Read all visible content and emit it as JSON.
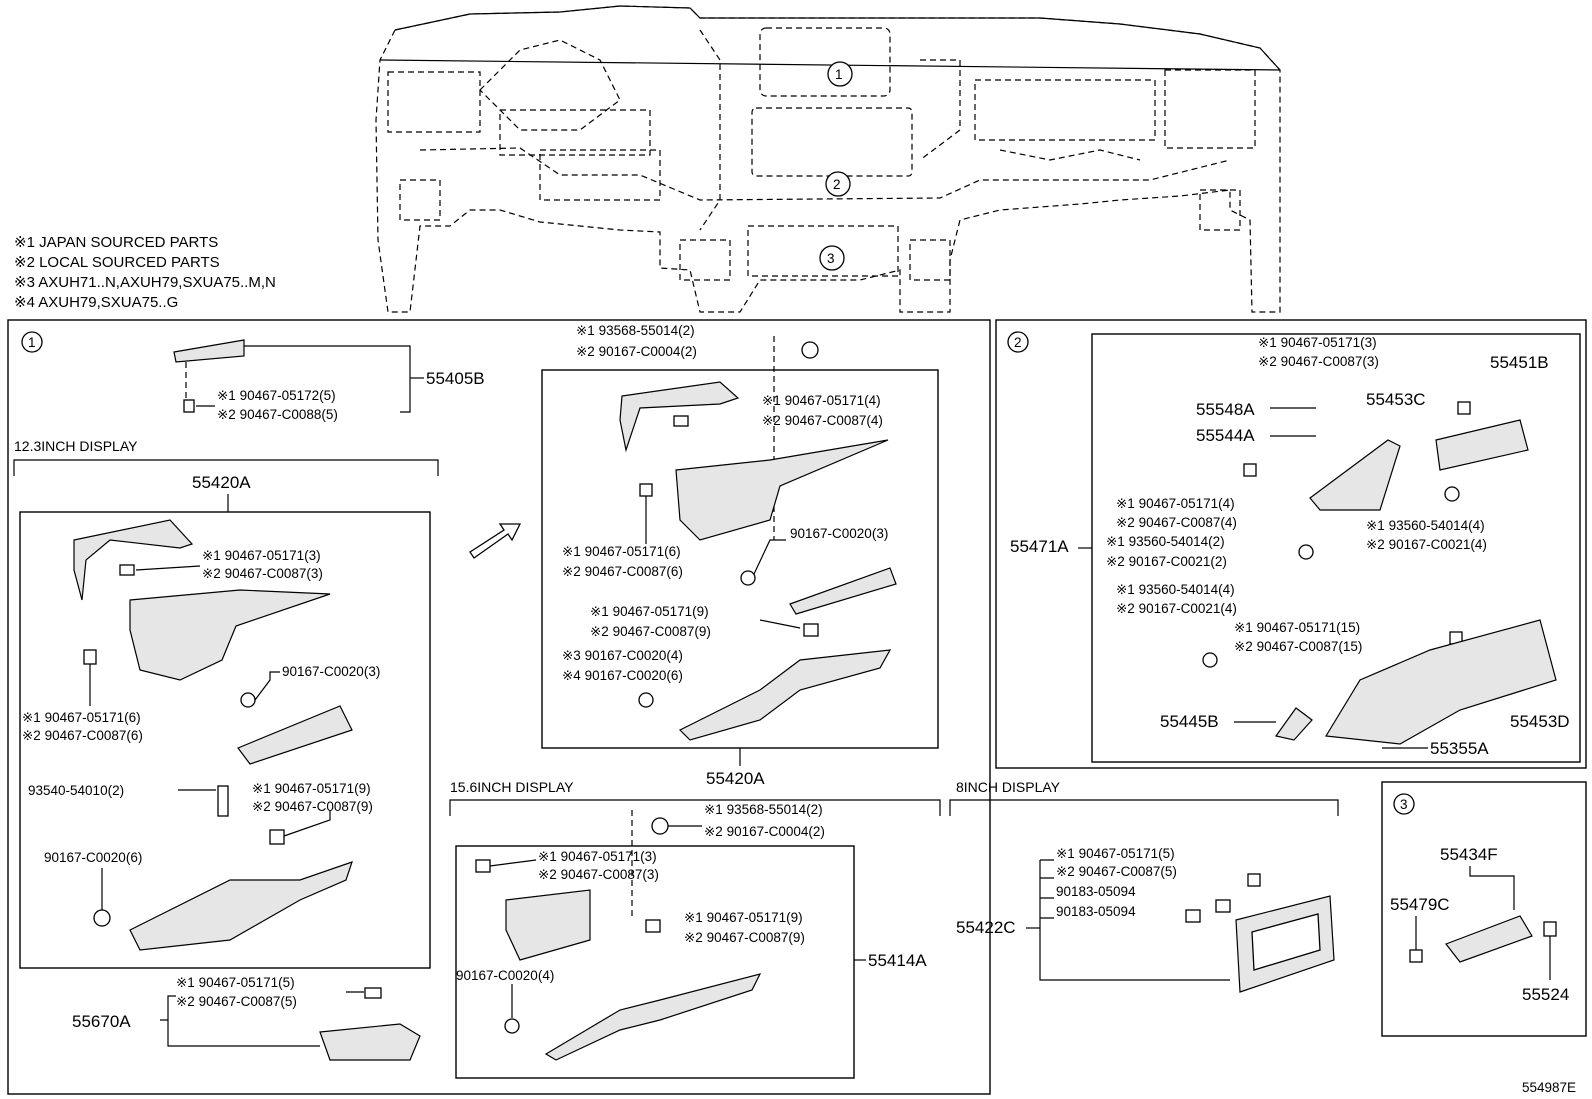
{
  "notes": [
    "※1 JAPAN SOURCED PARTS",
    "※2 LOCAL SOURCED PARTS",
    "※3 AXUH71..N,AXUH79,SXUA75..M,N",
    "※4 AXUH79,SXUA75..G"
  ],
  "overview": {
    "markers": [
      "1",
      "2",
      "3"
    ]
  },
  "section1": {
    "marker": "1",
    "top": {
      "part": "55405B",
      "fasteners": [
        "※1 90467-05172(5)",
        "※2 90467-C0088(5)"
      ]
    },
    "display123": {
      "header": "12.3INCH DISPLAY",
      "part": "55420A",
      "labels": {
        "clip_a": [
          "※1 90467-05171(3)",
          "※2 90467-C0087(3)"
        ],
        "clip_b": [
          "※1 90467-05171(6)",
          "※2 90467-C0087(6)"
        ],
        "screw_a": "90167-C0020(3)",
        "clip_c": [
          "※1 90467-05171(9)",
          "※2 90467-C0087(9)"
        ],
        "screw_b": "93540-54010(2)",
        "screw_c": "90167-C0020(6)"
      }
    },
    "bottom": {
      "part": "55670A",
      "fasteners": [
        "※1 90467-05171(5)",
        "※2 90467-C0087(5)"
      ]
    },
    "alt": {
      "part": "55420A",
      "bolt": [
        "※1 93568-55014(2)",
        "※2 90167-C0004(2)"
      ],
      "clip_a": [
        "※1 90467-05171(4)",
        "※2 90467-C0087(4)"
      ],
      "clip_b": [
        "※1 90467-05171(6)",
        "※2 90467-C0087(6)"
      ],
      "screw_a": "90167-C0020(3)",
      "clip_c": [
        "※1 90467-05171(9)",
        "※2 90467-C0087(9)"
      ],
      "screw_b": [
        "※3 90167-C0020(4)",
        "※4 90167-C0020(6)"
      ]
    },
    "display156": {
      "header": "15.6INCH DISPLAY",
      "part": "55414A",
      "bolt": [
        "※1 93568-55014(2)",
        "※2 90167-C0004(2)"
      ],
      "clip_a": [
        "※1 90467-05171(3)",
        "※2 90467-C0087(3)"
      ],
      "clip_b": [
        "※1 90467-05171(9)",
        "※2 90467-C0087(9)"
      ],
      "screw": "90167-C0020(4)"
    },
    "display8": {
      "header": "8INCH DISPLAY",
      "part": "55422C",
      "clip": [
        "※1 90467-05171(5)",
        "※2 90467-C0087(5)"
      ],
      "nuts": [
        "90183-05094",
        "90183-05094"
      ]
    }
  },
  "section2": {
    "marker": "2",
    "assembly": "55471A",
    "parts": {
      "p55451B": "55451B",
      "p55453C": "55453C",
      "p55548A": "55548A",
      "p55544A": "55544A",
      "p55445B": "55445B",
      "p55453D": "55453D",
      "p55355A": "55355A"
    },
    "labels": {
      "clip_top": [
        "※1 90467-05171(3)",
        "※2 90467-C0087(3)"
      ],
      "clip_mid": [
        "※1 90467-05171(4)",
        "※2 90467-C0087(4)"
      ],
      "bolt_right": [
        "※1 93560-54014(4)",
        "※2 90167-C0021(4)"
      ],
      "bolt_mid": [
        "※1 93560-54014(2)",
        "※2 90167-C0021(2)"
      ],
      "bolt_low": [
        "※1 93560-54014(4)",
        "※2 90167-C0021(4)"
      ],
      "clip_low": [
        "※1 90467-05171(15)",
        "※2 90467-C0087(15)"
      ]
    }
  },
  "section3": {
    "marker": "3",
    "parts": {
      "a": "55434F",
      "b": "55479C",
      "c": "55524"
    }
  },
  "figure_id": "554987E"
}
